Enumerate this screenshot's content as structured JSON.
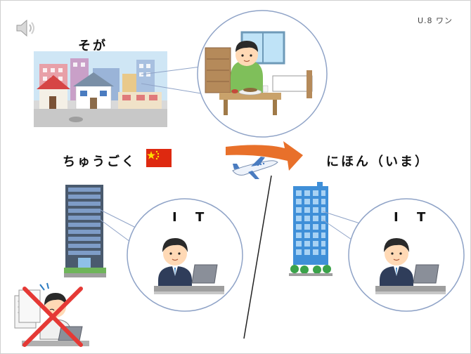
{
  "slide": {
    "unit_label": "U.8 ワン",
    "places": {
      "soga": "そが",
      "china": "ちゅうごく",
      "japan_now": "にほん（いま）"
    },
    "it_label_left": "I T",
    "it_label_right": "I T"
  },
  "icons": {
    "speaker": "speaker-icon",
    "china_flag": "china-flag-icon",
    "airplane": "airplane-icon",
    "prohibited": "cross-mark-icon"
  },
  "colors": {
    "arrow": "#e8702a",
    "flag_red": "#de2910",
    "flag_star": "#ffde00",
    "building_blue": "#3f8fd8",
    "bubble_stroke": "#8fa3c7",
    "cross_red": "#e53935"
  }
}
